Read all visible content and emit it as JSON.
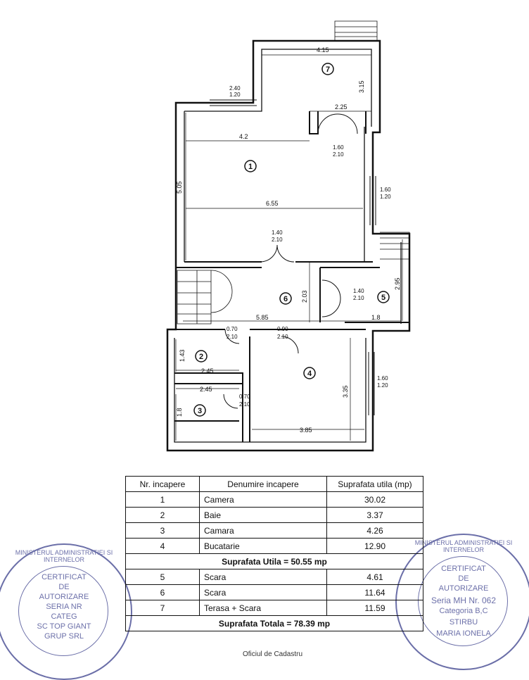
{
  "plan": {
    "dims": {
      "d_4_15": "4.15",
      "d_3_15": "3.15",
      "d_2_40": "2.40",
      "d_1_20a": "1.20",
      "d_2_25": "2.25",
      "d_4_2": "4.2",
      "d_1_60a": "1.60",
      "d_2_10a": "2.10",
      "d_5_05": "5.05",
      "d_1_60b": "1.60",
      "d_1_20b": "1.20",
      "d_6_55": "6.55",
      "d_1_40a": "1.40",
      "d_2_10b": "2.10",
      "d_2_95": "2.95",
      "d_2_03": "2.03",
      "d_1_40b": "1.40",
      "d_2_10c": "2.10",
      "d_5_85": "5.85",
      "d_1_8a": "1.8",
      "d_0_70a": "0.70",
      "d_2_10d": "2.10",
      "d_0_90": "0.90",
      "d_2_10e": "2.10",
      "d_1_43": "1.43",
      "d_2_45a": "2.45",
      "d_3_35": "3.35",
      "d_1_60c": "1.60",
      "d_1_20c": "1.20",
      "d_2_45b": "2.45",
      "d_0_70b": "0.70",
      "d_2_10f": "2.10",
      "d_1_8b": "1.8",
      "d_3_85": "3.85"
    },
    "rooms": [
      "1",
      "2",
      "3",
      "4",
      "5",
      "6",
      "7"
    ]
  },
  "table": {
    "headers": [
      "Nr. incapere",
      "Denumire incapere",
      "Suprafata utila (mp)"
    ],
    "rows_a": [
      {
        "nr": "1",
        "name": "Camera",
        "area": "30.02"
      },
      {
        "nr": "2",
        "name": "Baie",
        "area": "3.37"
      },
      {
        "nr": "3",
        "name": "Camara",
        "area": "4.26"
      },
      {
        "nr": "4",
        "name": "Bucatarie",
        "area": "12.90"
      }
    ],
    "subtotal": "Suprafata Utila = 50.55 mp",
    "rows_b": [
      {
        "nr": "5",
        "name": "Scara",
        "area": "4.61"
      },
      {
        "nr": "6",
        "name": "Scara",
        "area": "11.64"
      },
      {
        "nr": "7",
        "name": "Terasa + Scara",
        "area": "11.59"
      }
    ],
    "total": "Suprafata Totala = 78.39 mp"
  },
  "stamp_left": {
    "ring": "MINISTERUL ADMINISTRATIEI SI INTERNELOR",
    "lines": [
      "CERTIFICAT",
      "DE",
      "AUTORIZARE",
      "SERIA NR",
      "CATEG",
      "SC TOP GIANT",
      "GRUP SRL"
    ]
  },
  "stamp_right": {
    "ring": "MINISTERUL ADMINISTRATIEI SI INTERNELOR",
    "lines": [
      "CERTIFICAT",
      "DE",
      "AUTORIZARE",
      "Seria MH Nr. 062",
      "Categoria B,C",
      "STIRBU",
      "MARIA IONELA"
    ]
  },
  "footer": "Oficiul de Cadastru",
  "colors": {
    "ink": "#111111",
    "stamp": "#3a3f8c"
  }
}
